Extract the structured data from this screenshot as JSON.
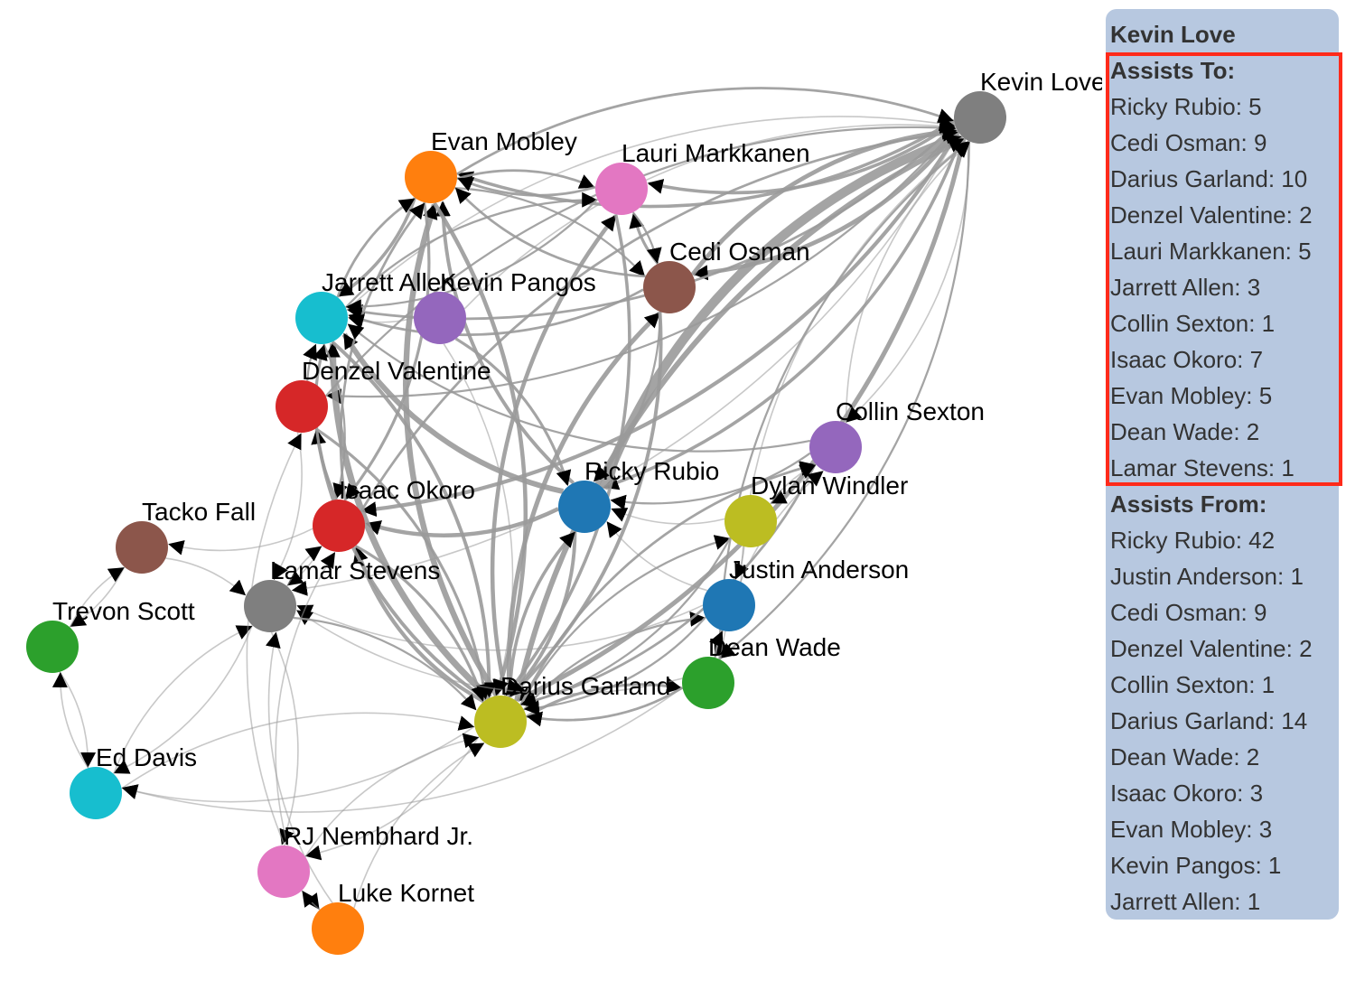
{
  "colors": {
    "edge": "#9a9a9a",
    "arrow": "#000000",
    "tooltip_bg": "#b7c8e0",
    "highlight": "#ff2a1a",
    "palette": [
      "#1f77b4",
      "#ff7f0e",
      "#2ca02c",
      "#d62728",
      "#9467bd",
      "#8c564b",
      "#e377c2",
      "#7f7f7f",
      "#bcbd22",
      "#17becf"
    ]
  },
  "nodes": [
    {
      "id": "kevin-love",
      "label": "Kevin Love",
      "color": "#7f7f7f"
    },
    {
      "id": "evan-mobley",
      "label": "Evan Mobley",
      "color": "#ff7f0e"
    },
    {
      "id": "lauri-markkanen",
      "label": "Lauri Markkanen",
      "color": "#e377c2"
    },
    {
      "id": "cedi-osman",
      "label": "Cedi Osman",
      "color": "#8c564b"
    },
    {
      "id": "jarrett-allen",
      "label": "Jarrett Allen",
      "color": "#17becf"
    },
    {
      "id": "kevin-pangos",
      "label": "Kevin Pangos",
      "color": "#9467bd"
    },
    {
      "id": "denzel-valentine",
      "label": "Denzel Valentine",
      "color": "#d62728"
    },
    {
      "id": "collin-sexton",
      "label": "Collin Sexton",
      "color": "#9467bd"
    },
    {
      "id": "ricky-rubio",
      "label": "Ricky Rubio",
      "color": "#1f77b4"
    },
    {
      "id": "dylan-windler",
      "label": "Dylan Windler",
      "color": "#bcbd22"
    },
    {
      "id": "isaac-okoro",
      "label": "Isaac Okoro",
      "color": "#d62728"
    },
    {
      "id": "tacko-fall",
      "label": "Tacko Fall",
      "color": "#8c564b"
    },
    {
      "id": "justin-anderson",
      "label": "Justin Anderson",
      "color": "#1f77b4"
    },
    {
      "id": "lamar-stevens",
      "label": "Lamar Stevens",
      "color": "#7f7f7f"
    },
    {
      "id": "trevon-scott",
      "label": "Trevon Scott",
      "color": "#2ca02c"
    },
    {
      "id": "dean-wade",
      "label": "Dean Wade",
      "color": "#2ca02c"
    },
    {
      "id": "darius-garland",
      "label": "Darius Garland",
      "color": "#bcbd22"
    },
    {
      "id": "ed-davis",
      "label": "Ed Davis",
      "color": "#17becf"
    },
    {
      "id": "rj-nembhard",
      "label": "RJ Nembhard Jr.",
      "color": "#e377c2"
    },
    {
      "id": "luke-kornet",
      "label": "Luke Kornet",
      "color": "#ff7f0e"
    }
  ],
  "edges": [
    {
      "from": "kevin-love",
      "to": "ricky-rubio",
      "weight": 5
    },
    {
      "from": "kevin-love",
      "to": "cedi-osman",
      "weight": 9
    },
    {
      "from": "kevin-love",
      "to": "darius-garland",
      "weight": 10
    },
    {
      "from": "kevin-love",
      "to": "denzel-valentine",
      "weight": 2
    },
    {
      "from": "kevin-love",
      "to": "lauri-markkanen",
      "weight": 5
    },
    {
      "from": "kevin-love",
      "to": "jarrett-allen",
      "weight": 3
    },
    {
      "from": "kevin-love",
      "to": "collin-sexton",
      "weight": 1
    },
    {
      "from": "kevin-love",
      "to": "isaac-okoro",
      "weight": 7
    },
    {
      "from": "kevin-love",
      "to": "evan-mobley",
      "weight": 5
    },
    {
      "from": "kevin-love",
      "to": "dean-wade",
      "weight": 2
    },
    {
      "from": "kevin-love",
      "to": "lamar-stevens",
      "weight": 1
    },
    {
      "from": "ricky-rubio",
      "to": "kevin-love",
      "weight": 42
    },
    {
      "from": "justin-anderson",
      "to": "kevin-love",
      "weight": 1
    },
    {
      "from": "cedi-osman",
      "to": "kevin-love",
      "weight": 9
    },
    {
      "from": "denzel-valentine",
      "to": "kevin-love",
      "weight": 2
    },
    {
      "from": "collin-sexton",
      "to": "kevin-love",
      "weight": 1
    },
    {
      "from": "darius-garland",
      "to": "kevin-love",
      "weight": 14
    },
    {
      "from": "dean-wade",
      "to": "kevin-love",
      "weight": 2
    },
    {
      "from": "isaac-okoro",
      "to": "kevin-love",
      "weight": 3
    },
    {
      "from": "evan-mobley",
      "to": "kevin-love",
      "weight": 3
    },
    {
      "from": "kevin-pangos",
      "to": "kevin-love",
      "weight": 1
    },
    {
      "from": "jarrett-allen",
      "to": "kevin-love",
      "weight": 1
    },
    {
      "from": "ricky-rubio",
      "to": "jarrett-allen",
      "weight": 14
    },
    {
      "from": "ricky-rubio",
      "to": "isaac-okoro",
      "weight": 8
    },
    {
      "from": "ricky-rubio",
      "to": "darius-garland",
      "weight": 6
    },
    {
      "from": "ricky-rubio",
      "to": "evan-mobley",
      "weight": 6
    },
    {
      "from": "darius-garland",
      "to": "jarrett-allen",
      "weight": 20
    },
    {
      "from": "darius-garland",
      "to": "evan-mobley",
      "weight": 16
    },
    {
      "from": "darius-garland",
      "to": "cedi-osman",
      "weight": 10
    },
    {
      "from": "darius-garland",
      "to": "lauri-markkanen",
      "weight": 8
    },
    {
      "from": "darius-garland",
      "to": "isaac-okoro",
      "weight": 7
    },
    {
      "from": "darius-garland",
      "to": "ricky-rubio",
      "weight": 5
    },
    {
      "from": "darius-garland",
      "to": "denzel-valentine",
      "weight": 6
    },
    {
      "from": "darius-garland",
      "to": "dean-wade",
      "weight": 4
    },
    {
      "from": "darius-garland",
      "to": "collin-sexton",
      "weight": 3
    },
    {
      "from": "darius-garland",
      "to": "justin-anderson",
      "weight": 2
    },
    {
      "from": "darius-garland",
      "to": "dylan-windler",
      "weight": 2
    },
    {
      "from": "darius-garland",
      "to": "ed-davis",
      "weight": 1
    },
    {
      "from": "darius-garland",
      "to": "rj-nembhard",
      "weight": 1
    },
    {
      "from": "evan-mobley",
      "to": "darius-garland",
      "weight": 8
    },
    {
      "from": "evan-mobley",
      "to": "jarrett-allen",
      "weight": 5
    },
    {
      "from": "evan-mobley",
      "to": "isaac-okoro",
      "weight": 4
    },
    {
      "from": "evan-mobley",
      "to": "lauri-markkanen",
      "weight": 3
    },
    {
      "from": "evan-mobley",
      "to": "cedi-osman",
      "weight": 2
    },
    {
      "from": "cedi-osman",
      "to": "darius-garland",
      "weight": 6
    },
    {
      "from": "cedi-osman",
      "to": "lauri-markkanen",
      "weight": 4
    },
    {
      "from": "cedi-osman",
      "to": "evan-mobley",
      "weight": 3
    },
    {
      "from": "cedi-osman",
      "to": "jarrett-allen",
      "weight": 3
    },
    {
      "from": "cedi-osman",
      "to": "ricky-rubio",
      "weight": 2
    },
    {
      "from": "jarrett-allen",
      "to": "darius-garland",
      "weight": 6
    },
    {
      "from": "jarrett-allen",
      "to": "evan-mobley",
      "weight": 3
    },
    {
      "from": "jarrett-allen",
      "to": "lauri-markkanen",
      "weight": 2
    },
    {
      "from": "jarrett-allen",
      "to": "isaac-okoro",
      "weight": 2
    },
    {
      "from": "isaac-okoro",
      "to": "jarrett-allen",
      "weight": 4
    },
    {
      "from": "isaac-okoro",
      "to": "darius-garland",
      "weight": 4
    },
    {
      "from": "isaac-okoro",
      "to": "evan-mobley",
      "weight": 3
    },
    {
      "from": "isaac-okoro",
      "to": "lamar-stevens",
      "weight": 1
    },
    {
      "from": "lauri-markkanen",
      "to": "darius-garland",
      "weight": 5
    },
    {
      "from": "lauri-markkanen",
      "to": "evan-mobley",
      "weight": 3
    },
    {
      "from": "lauri-markkanen",
      "to": "jarrett-allen",
      "weight": 2
    },
    {
      "from": "lauri-markkanen",
      "to": "cedi-osman",
      "weight": 2
    },
    {
      "from": "kevin-pangos",
      "to": "ricky-rubio",
      "weight": 4
    },
    {
      "from": "kevin-pangos",
      "to": "darius-garland",
      "weight": 1
    },
    {
      "from": "kevin-pangos",
      "to": "jarrett-allen",
      "weight": 1
    },
    {
      "from": "denzel-valentine",
      "to": "darius-garland",
      "weight": 4
    },
    {
      "from": "denzel-valentine",
      "to": "jarrett-allen",
      "weight": 2
    },
    {
      "from": "denzel-valentine",
      "to": "lamar-stevens",
      "weight": 1
    },
    {
      "from": "collin-sexton",
      "to": "darius-garland",
      "weight": 3
    },
    {
      "from": "collin-sexton",
      "to": "ricky-rubio",
      "weight": 2
    },
    {
      "from": "collin-sexton",
      "to": "jarrett-allen",
      "weight": 2
    },
    {
      "from": "collin-sexton",
      "to": "dylan-windler",
      "weight": 1
    },
    {
      "from": "dylan-windler",
      "to": "collin-sexton",
      "weight": 1
    },
    {
      "from": "dylan-windler",
      "to": "darius-garland",
      "weight": 2
    },
    {
      "from": "dylan-windler",
      "to": "justin-anderson",
      "weight": 1
    },
    {
      "from": "dylan-windler",
      "to": "ricky-rubio",
      "weight": 1
    },
    {
      "from": "justin-anderson",
      "to": "darius-garland",
      "weight": 2
    },
    {
      "from": "justin-anderson",
      "to": "dean-wade",
      "weight": 2
    },
    {
      "from": "justin-anderson",
      "to": "ricky-rubio",
      "weight": 1
    },
    {
      "from": "justin-anderson",
      "to": "lamar-stevens",
      "weight": 1
    },
    {
      "from": "dean-wade",
      "to": "darius-garland",
      "weight": 3
    },
    {
      "from": "dean-wade",
      "to": "justin-anderson",
      "weight": 2
    },
    {
      "from": "dean-wade",
      "to": "collin-sexton",
      "weight": 1
    },
    {
      "from": "dean-wade",
      "to": "lamar-stevens",
      "weight": 1
    },
    {
      "from": "lamar-stevens",
      "to": "darius-garland",
      "weight": 2
    },
    {
      "from": "lamar-stevens",
      "to": "isaac-okoro",
      "weight": 1
    },
    {
      "from": "lamar-stevens",
      "to": "ed-davis",
      "weight": 1
    },
    {
      "from": "lamar-stevens",
      "to": "rj-nembhard",
      "weight": 1
    },
    {
      "from": "tacko-fall",
      "to": "lamar-stevens",
      "weight": 1
    },
    {
      "from": "tacko-fall",
      "to": "trevon-scott",
      "weight": 1
    },
    {
      "from": "trevon-scott",
      "to": "tacko-fall",
      "weight": 1
    },
    {
      "from": "trevon-scott",
      "to": "ed-davis",
      "weight": 1
    },
    {
      "from": "ed-davis",
      "to": "trevon-scott",
      "weight": 1
    },
    {
      "from": "ed-davis",
      "to": "darius-garland",
      "weight": 1
    },
    {
      "from": "ed-davis",
      "to": "lamar-stevens",
      "weight": 1
    },
    {
      "from": "rj-nembhard",
      "to": "darius-garland",
      "weight": 1
    },
    {
      "from": "rj-nembhard",
      "to": "isaac-okoro",
      "weight": 1
    },
    {
      "from": "rj-nembhard",
      "to": "luke-kornet",
      "weight": 1
    },
    {
      "from": "rj-nembhard",
      "to": "denzel-valentine",
      "weight": 1
    },
    {
      "from": "luke-kornet",
      "to": "rj-nembhard",
      "weight": 1
    },
    {
      "from": "luke-kornet",
      "to": "darius-garland",
      "weight": 1
    },
    {
      "from": "luke-kornet",
      "to": "lamar-stevens",
      "weight": 1
    },
    {
      "from": "isaac-okoro",
      "to": "tacko-fall",
      "weight": 1
    },
    {
      "from": "dean-wade",
      "to": "ed-davis",
      "weight": 1
    }
  ],
  "tooltip": {
    "title": "Kevin Love",
    "assists_to_heading": "Assists To:",
    "assists_to": [
      "Ricky Rubio: 5",
      "Cedi Osman: 9",
      "Darius Garland: 10",
      "Denzel Valentine: 2",
      "Lauri Markkanen: 5",
      "Jarrett Allen: 3",
      "Collin Sexton: 1",
      "Isaac Okoro: 7",
      "Evan Mobley: 5",
      "Dean Wade: 2",
      "Lamar Stevens: 1"
    ],
    "assists_from_heading": "Assists From:",
    "assists_from": [
      "Ricky Rubio: 42",
      "Justin Anderson: 1",
      "Cedi Osman: 9",
      "Denzel Valentine: 2",
      "Collin Sexton: 1",
      "Darius Garland: 14",
      "Dean Wade: 2",
      "Isaac Okoro: 3",
      "Evan Mobley: 3",
      "Kevin Pangos: 1",
      "Jarrett Allen: 1"
    ]
  }
}
